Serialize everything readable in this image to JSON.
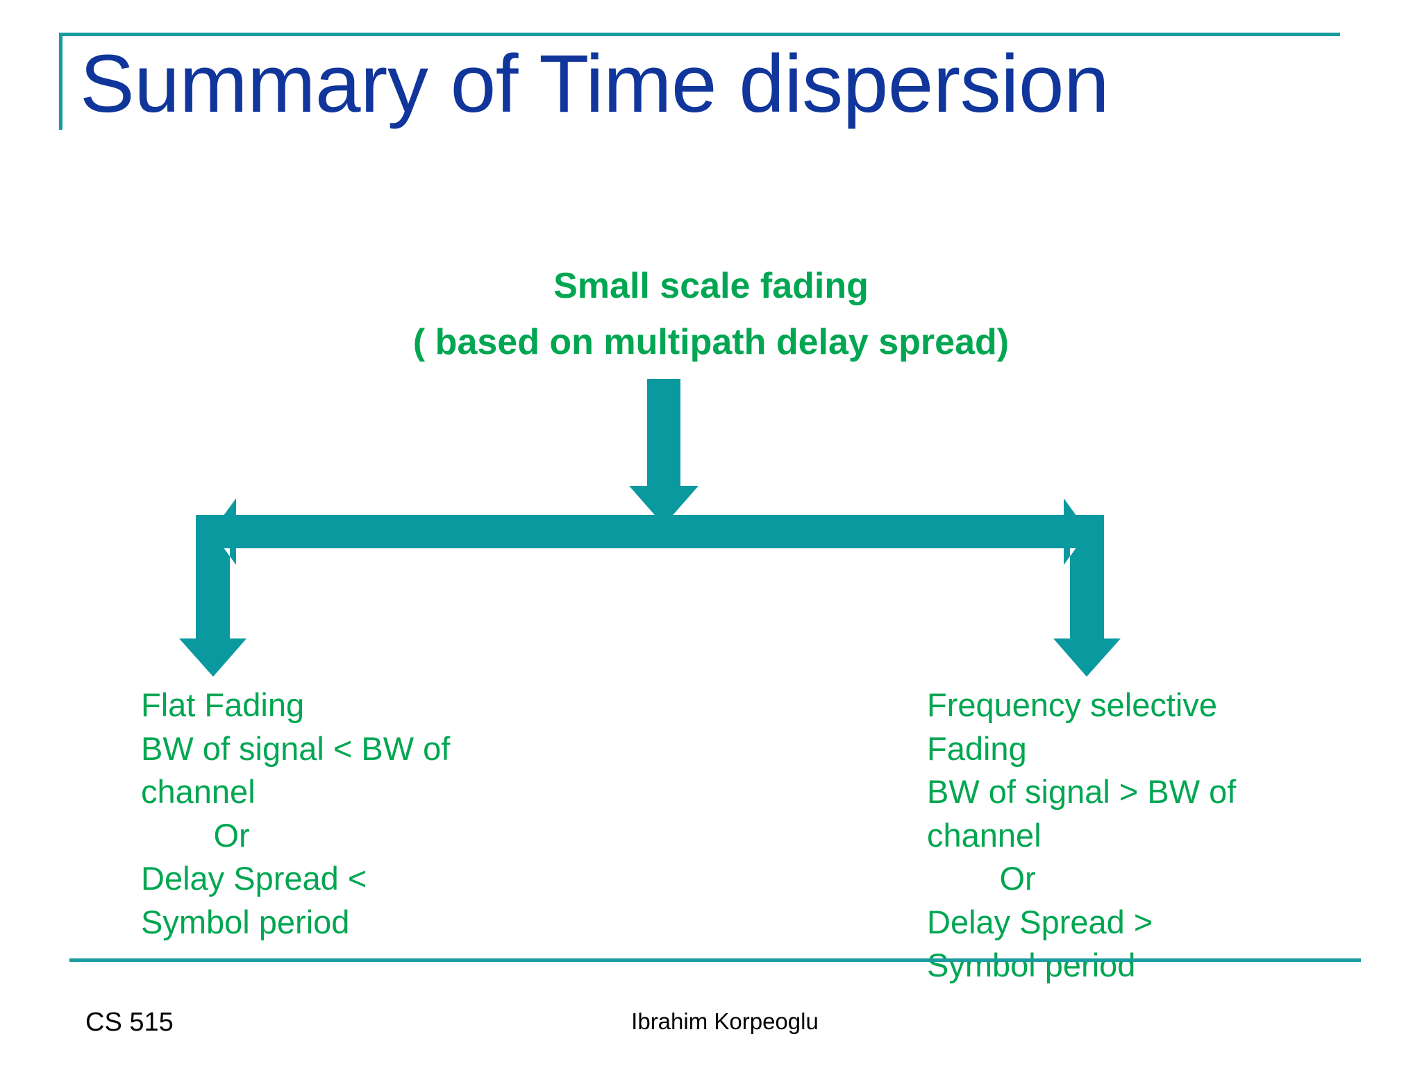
{
  "slide": {
    "title": "Summary of Time dispersion",
    "accent_teal": "#189CA0",
    "accent_green": "#00A651",
    "title_color": "#10359B",
    "background": "#ffffff"
  },
  "heading": {
    "line1": "Small scale fading",
    "line2": "( based on multipath delay spread)"
  },
  "branches": {
    "left": {
      "lines": [
        "Flat Fading",
        "BW of signal < BW of",
        "channel",
        "        Or",
        "Delay Spread <",
        "Symbol period"
      ],
      "text": "Flat Fading\nBW of signal < BW of\nchannel\n        Or\nDelay Spread <\nSymbol period"
    },
    "right": {
      "lines": [
        "Frequency selective",
        "Fading",
        "BW of signal > BW of",
        "channel",
        "        Or",
        "Delay Spread >",
        "Symbol period"
      ],
      "text": "Frequency selective\nFading\nBW of signal > BW of\nchannel\n        Or\nDelay Spread >\nSymbol period"
    }
  },
  "footer": {
    "course": "CS 515",
    "author": "Ibrahim Korpeoglu"
  }
}
